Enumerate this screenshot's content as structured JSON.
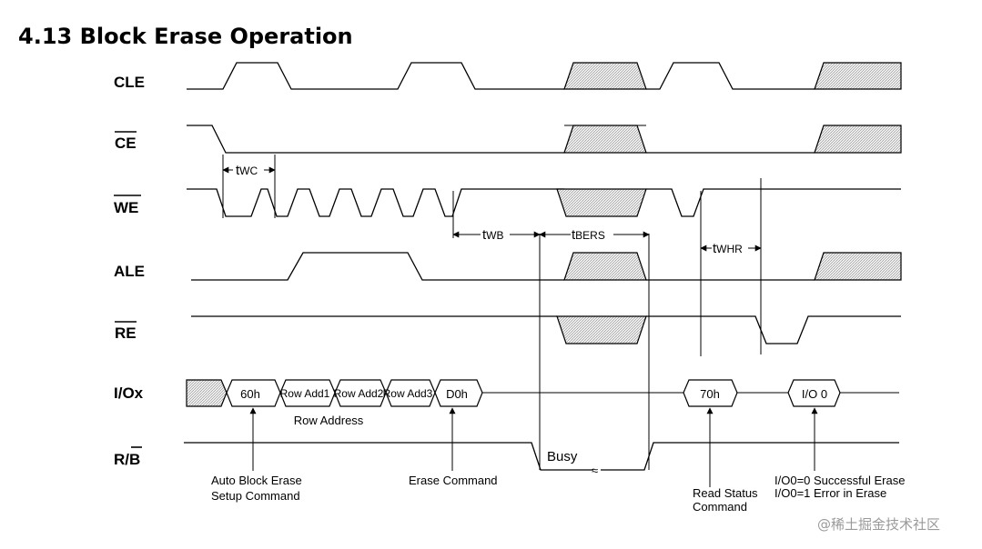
{
  "title": "4.13 Block Erase Operation",
  "signals": {
    "cle": "CLE",
    "ce": "CE",
    "we": "WE",
    "ale": "ALE",
    "re": "RE",
    "io": "I/Ox",
    "rb_r": "R/",
    "rb_b": "B"
  },
  "timing": {
    "twc_t": "t",
    "twc_s": "WC",
    "twb_t": "t",
    "twb_s": "WB",
    "tbers_t": "t",
    "tbers_s": "BERS",
    "twhr_t": "t",
    "twhr_s": "WHR"
  },
  "io_bytes": {
    "cmd1": "60h",
    "addr1": "Row Add1",
    "addr2": "Row Add2",
    "addr3": "Row Add3",
    "cmd2": "D0h",
    "status_cmd": "70h",
    "status_out": "I/O 0"
  },
  "labels": {
    "row_address": "Row Address",
    "busy": "Busy",
    "setup_1": "Auto Block Erase",
    "setup_2": "Setup Command",
    "erase_cmd": "Erase Command",
    "read_status_1": "Read Status",
    "read_status_2": "Command",
    "io0_success": "I/O0=0 Successful Erase",
    "io0_error": "I/O0=1 Error in Erase"
  },
  "watermark": "@稀土掘金技术社区"
}
